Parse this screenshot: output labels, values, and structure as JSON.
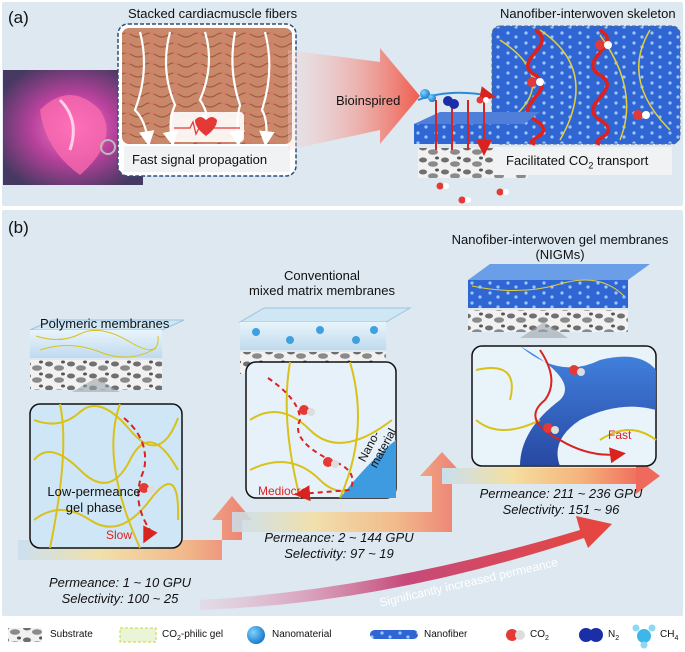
{
  "panel_a": {
    "label": "(a)",
    "left_title": "Stacked cardiacmuscle fibers",
    "left_caption": "Fast signal propagation",
    "middle_label": "Bioinspired",
    "right_title": "Nanofiber-interwoven skeleton",
    "right_caption_pre": "Facilitated CO",
    "right_caption_sub": "2",
    "right_caption_post": " transport"
  },
  "panel_b": {
    "label": "(b)",
    "col1_title": "Polymeric membranes",
    "col1_inner_label_1": "Low-permeance",
    "col1_inner_label_2": "gel phase",
    "col1_speed": "Slow",
    "col1_perm": "Permeance: 1 ~ 10 GPU",
    "col1_sel": "Selectivity: 100 ~ 25",
    "col2_title_1": "Conventional",
    "col2_title_2": "mixed matrix membranes",
    "col2_speed": "Mediocre",
    "col2_nano_1": "Nano-",
    "col2_nano_2": "material",
    "col2_perm": "Permeance: 2 ~ 144 GPU",
    "col2_sel": "Selectivity: 97 ~ 19",
    "col3_title_1": "Nanofiber-interwoven gel membranes",
    "col3_title_2": "(NIGMs)",
    "col3_speed": "Fast",
    "col3_perm": "Permeance: 211 ~ 236 GPU",
    "col3_sel": "Selectivity: 151 ~ 96",
    "arrow_text": "Significantly increased permeance"
  },
  "legend": {
    "substrate": "Substrate",
    "gel_pre": "CO",
    "gel_sub": "2",
    "gel_post": "-philic gel",
    "nanomaterial": "Nanomaterial",
    "nanofiber": "Nanofiber",
    "co2_pre": "CO",
    "co2_sub": "2",
    "n2_pre": "N",
    "n2_sub": "2",
    "ch4_pre": "CH",
    "ch4_sub": "4"
  },
  "colors": {
    "panel_bg": "#dde8f1",
    "gel_line": "#d8c21a",
    "red_path": "#d9231f",
    "nanofiber_blue": "#2a57c4",
    "arrow_red": "#e85a52"
  }
}
